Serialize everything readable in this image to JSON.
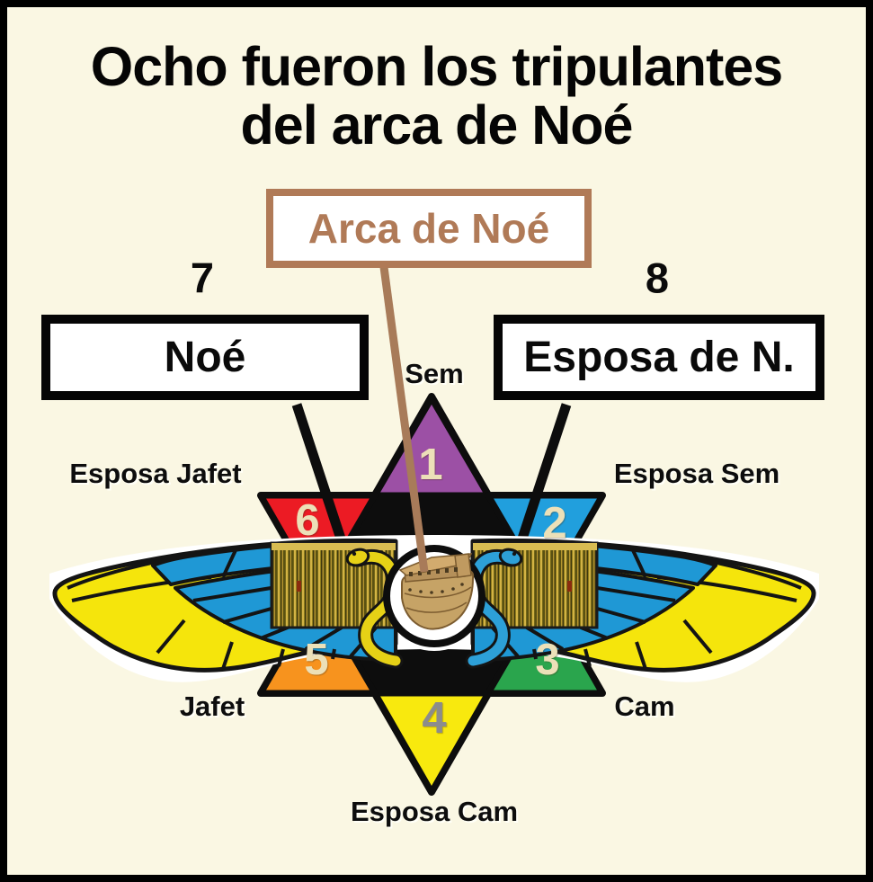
{
  "title": {
    "line1": "Ocho fueron los tripulantes",
    "line2": "del arca de Noé"
  },
  "arca_label": "Arca de Noé",
  "crew_boxes": [
    {
      "number": "7",
      "label": "Noé"
    },
    {
      "number": "8",
      "label": "Esposa de N."
    }
  ],
  "star_points": [
    {
      "number": "1",
      "label": "Sem",
      "color": "#9c50a5",
      "number_color": "#ece0b8"
    },
    {
      "number": "2",
      "label": "Esposa Sem",
      "color": "#219fdd",
      "number_color": "#ece0b8"
    },
    {
      "number": "3",
      "label": "Cam",
      "color": "#2aa54d",
      "number_color": "#ece0b8"
    },
    {
      "number": "4",
      "label": "Esposa Cam",
      "color": "#f8e90e",
      "number_color": "#8c8c8c"
    },
    {
      "number": "5",
      "label": "Jafet",
      "color": "#f7931e",
      "number_color": "#ece0b8"
    },
    {
      "number": "6",
      "label": "Esposa Jafet",
      "color": "#ec1b24",
      "number_color": "#ece0b8"
    }
  ],
  "icons": {
    "center": "noahs-ark-icon",
    "emblem": "winged-serpents-emblem"
  },
  "colors": {
    "background": "#faf7e3",
    "accent_brown": "#b07a57",
    "pointer_brown": "#a87b59",
    "star_black": "#0d0d0d",
    "wing_yellow": "#f5e50c",
    "wing_blue": "#1f98d5",
    "serpent_yellow": "#e6d116",
    "serpent_blue": "#2da0d8"
  }
}
